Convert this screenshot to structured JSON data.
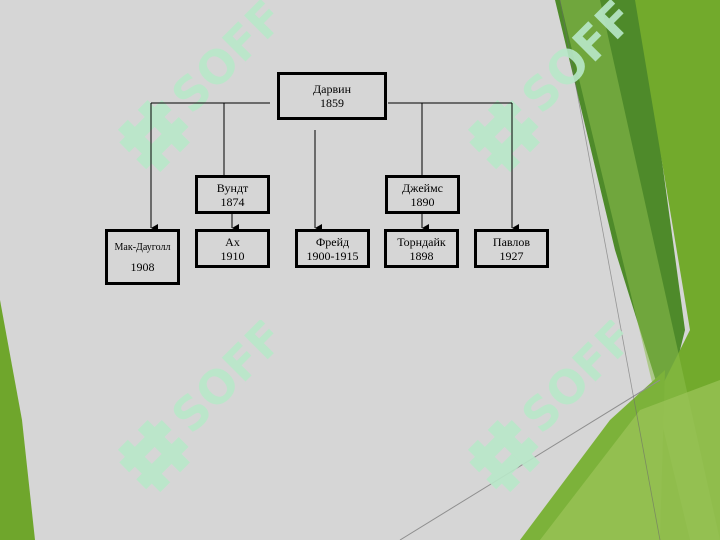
{
  "colors": {
    "background": "#d6d6d6",
    "green_dark": "#4e8a2a",
    "green_mid": "#70a82a",
    "green_light": "#9cc45a",
    "watermark": "#b9e8c9",
    "box_border": "#000000"
  },
  "watermark": {
    "text": "SOFF",
    "icon": "soff-logo-icon"
  },
  "diagram": {
    "root": {
      "name": "Дарвин",
      "year": "1859"
    },
    "middle": [
      {
        "name": "Вундт",
        "year": "1874"
      },
      {
        "name": "Джеймс",
        "year": "1890"
      }
    ],
    "bottom": [
      {
        "name": "Мак-Дауголл",
        "year": "1908"
      },
      {
        "name": "Ах",
        "year": "1910"
      },
      {
        "name": "Фрейд",
        "year": "1900-1915"
      },
      {
        "name": "Торндайк",
        "year": "1898"
      },
      {
        "name": "Павлов",
        "year": "1927"
      }
    ]
  }
}
